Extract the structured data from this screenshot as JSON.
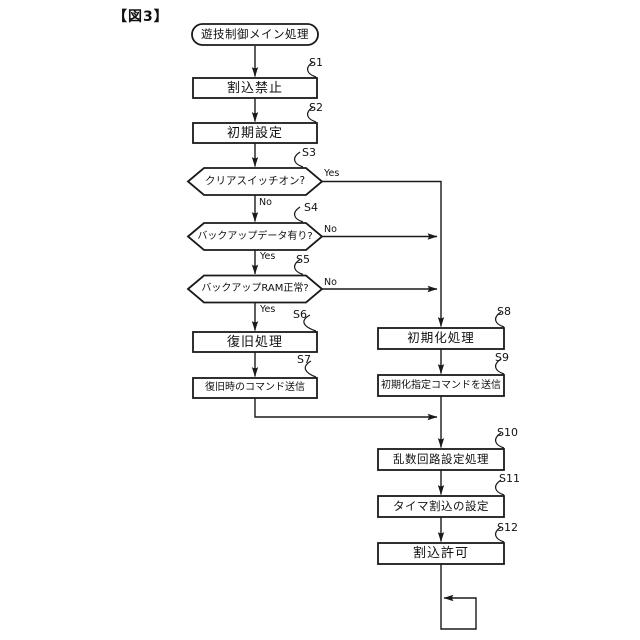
{
  "figure_label": "【図3】",
  "colors": {
    "ink": "#1a1a1a",
    "background": "#ffffff"
  },
  "flowchart": {
    "start": {
      "label": "遊技制御メイン処理",
      "type": "terminal"
    },
    "steps": [
      {
        "id": "S1",
        "label": "割込禁止",
        "type": "process"
      },
      {
        "id": "S2",
        "label": "初期設定",
        "type": "process"
      },
      {
        "id": "S3",
        "label": "クリアスイッチオン?",
        "type": "decision",
        "yes": "Yes",
        "no": "No"
      },
      {
        "id": "S4",
        "label": "バックアップデータ有り?",
        "type": "decision",
        "yes": "Yes",
        "no": "No"
      },
      {
        "id": "S5",
        "label": "バックアップRAM正常?",
        "type": "decision",
        "yes": "Yes",
        "no": "No"
      },
      {
        "id": "S6",
        "label": "復旧処理",
        "type": "process"
      },
      {
        "id": "S7",
        "label": "復旧時のコマンド送信",
        "type": "process"
      },
      {
        "id": "S8",
        "label": "初期化処理",
        "type": "process"
      },
      {
        "id": "S9",
        "label": "初期化指定コマンドを送信",
        "type": "process"
      },
      {
        "id": "S10",
        "label": "乱数回路設定処理",
        "type": "process"
      },
      {
        "id": "S11",
        "label": "タイマ割込の設定",
        "type": "process"
      },
      {
        "id": "S12",
        "label": "割込許可",
        "type": "process"
      }
    ]
  }
}
